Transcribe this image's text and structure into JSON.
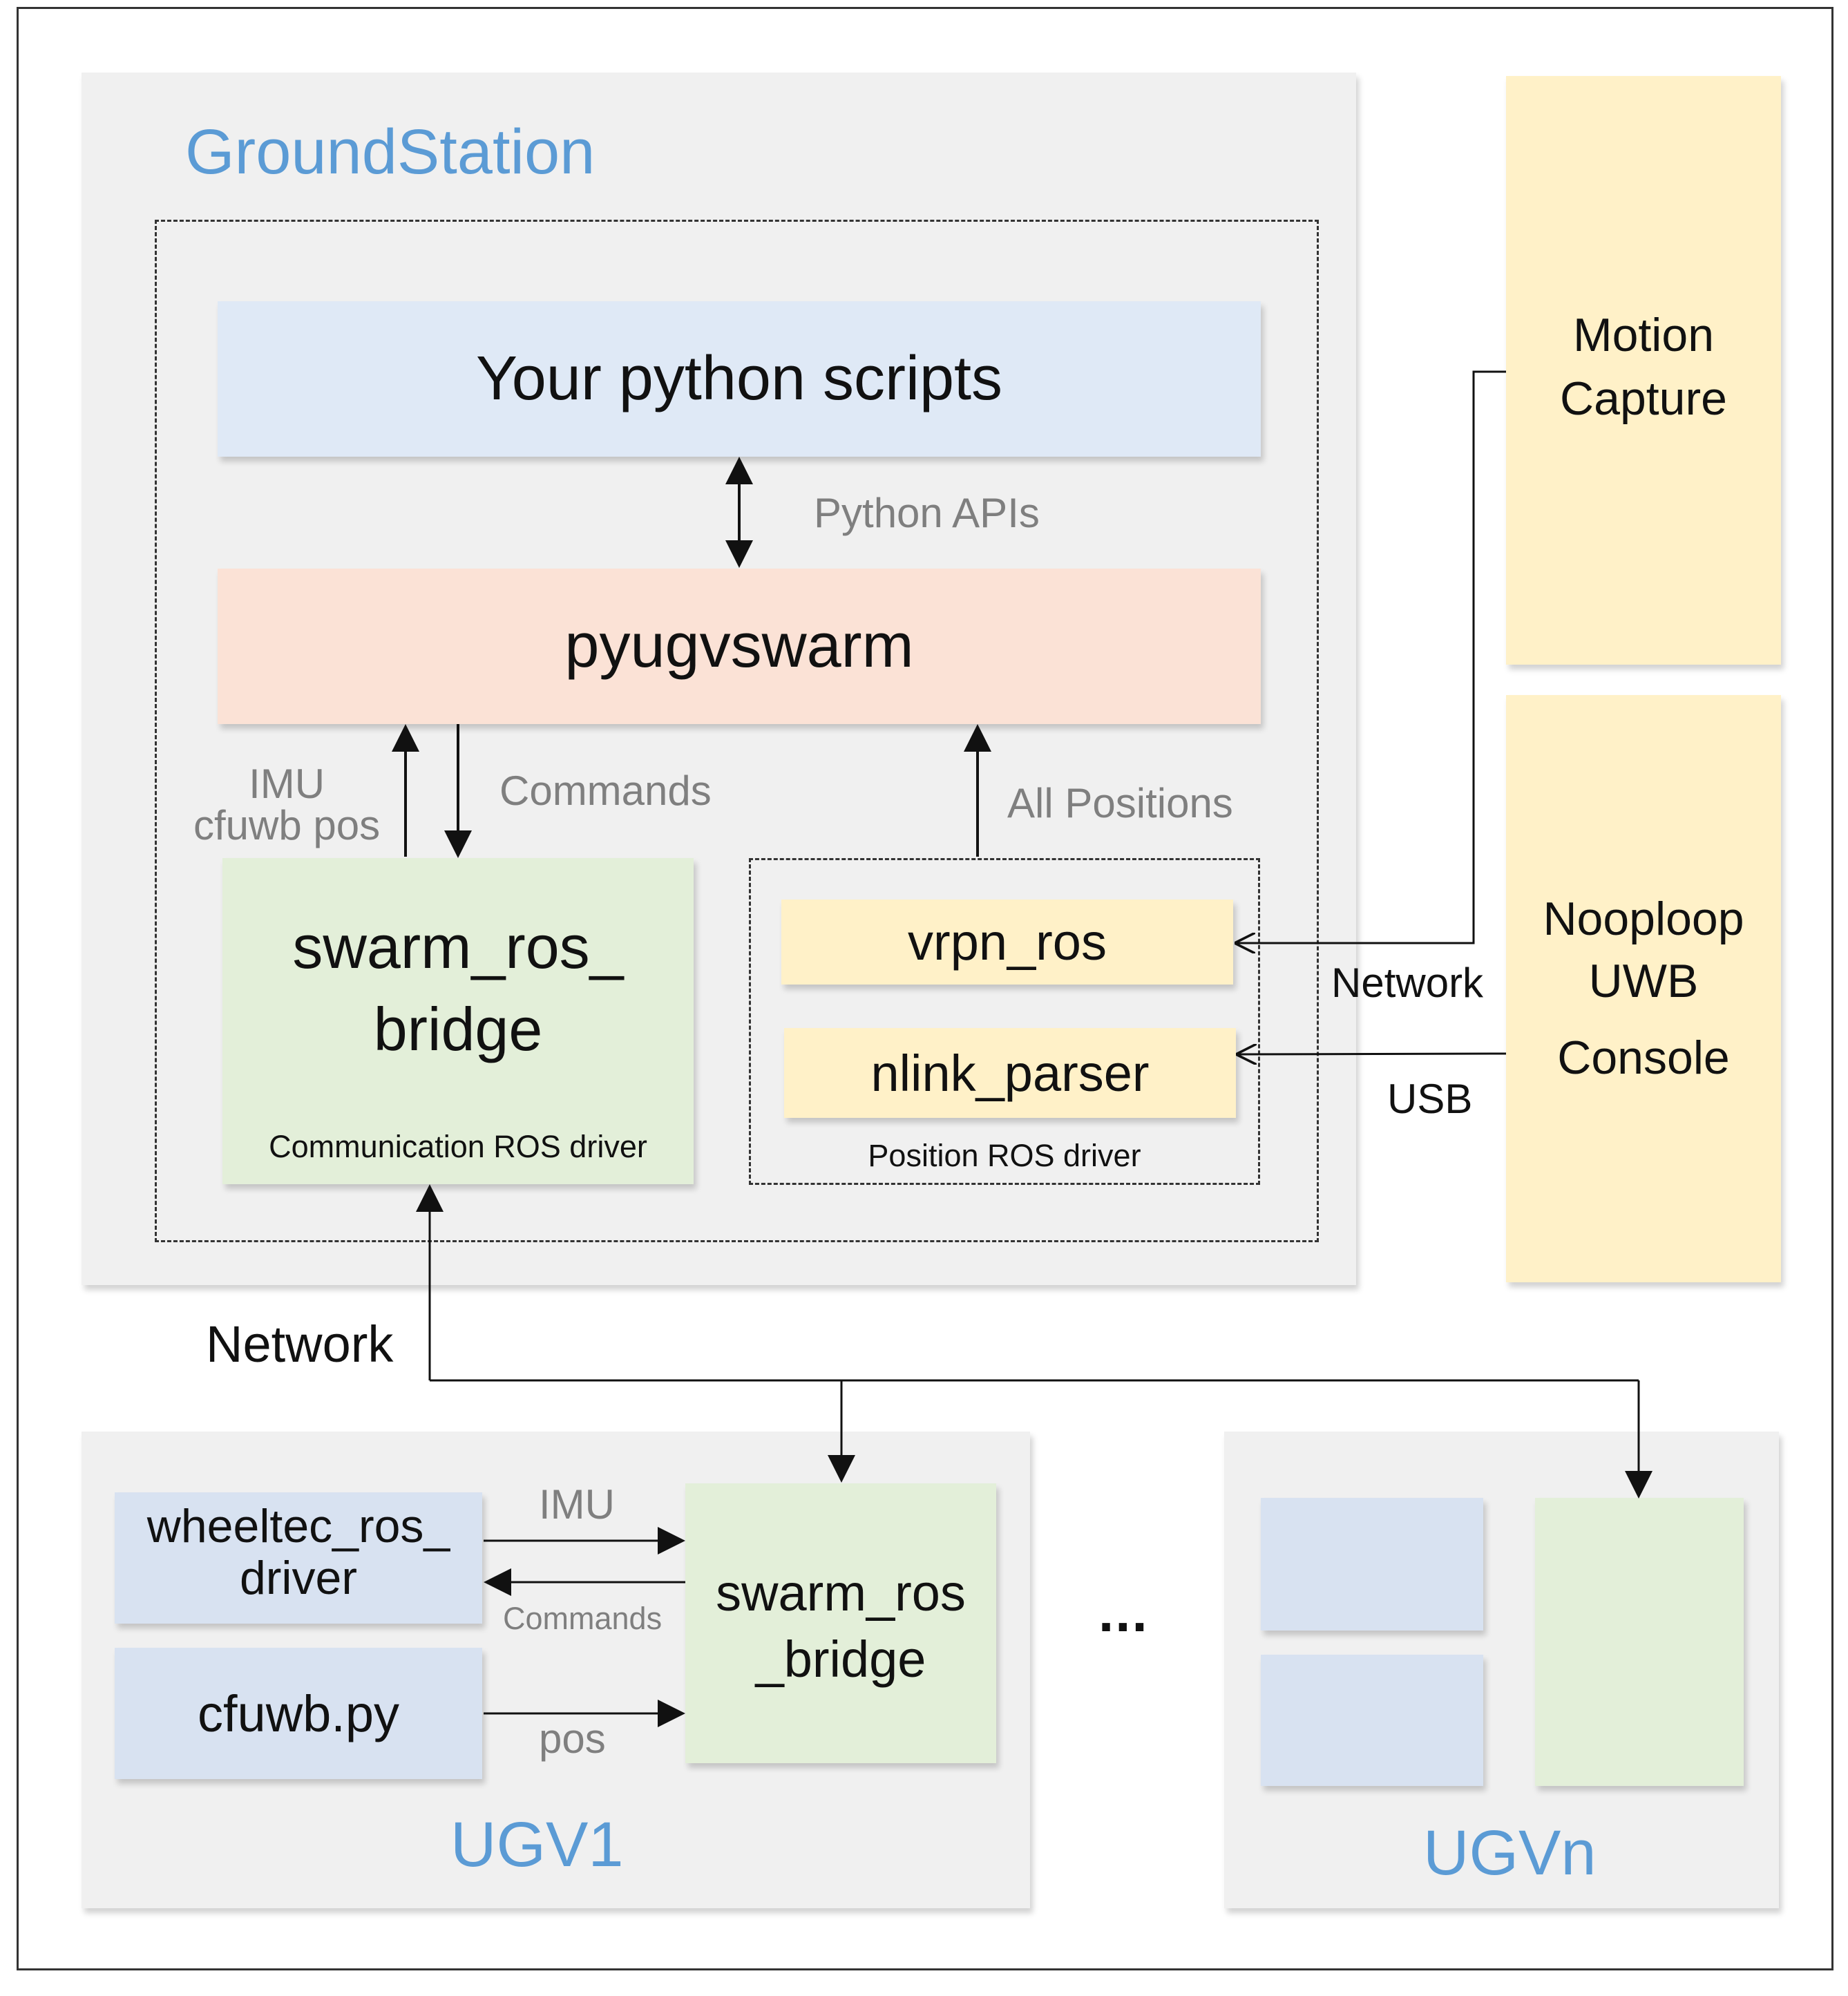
{
  "groundstation": {
    "title": "GroundStation",
    "scripts_box": "Your python scripts",
    "python_apis_label": "Python APIs",
    "pyugvswarm_box": "pyugvswarm",
    "imu_label_line1": "IMU",
    "imu_label_line2": "cfuwb pos",
    "commands_label": "Commands",
    "all_positions_label": "All Positions",
    "bridge_line1": "swarm_ros_",
    "bridge_line2": "bridge",
    "bridge_caption": "Communication ROS driver",
    "vrpn_box": "vrpn_ros",
    "nlink_box": "nlink_parser",
    "position_caption": "Position ROS driver"
  },
  "external": {
    "motion_line1": "Motion",
    "motion_line2": "Capture",
    "uwb_line1": "Nooploop",
    "uwb_line2": "UWB",
    "uwb_line3": "Console",
    "network_label": "Network",
    "usb_label": "USB"
  },
  "network_label": "Network",
  "ugv1": {
    "title": "UGV1",
    "wheeltec_line1": "wheeltec_ros_",
    "wheeltec_line2": "driver",
    "cfuwb_box": "cfuwb.py",
    "imu_label": "IMU",
    "commands_label": "Commands",
    "pos_label": "pos",
    "bridge_line1": "swarm_ros",
    "bridge_line2": "_bridge"
  },
  "ellipsis": "...",
  "ugvn": {
    "title": "UGVn"
  },
  "colors": {
    "title_blue": "#5b9bd5",
    "panel_gray": "#f0f0f0",
    "script_blue": "#dfe9f6",
    "pyugvswarm_orange": "#fbe2d6",
    "bridge_green": "#e3efd9",
    "driver_yellow": "#fff1c8",
    "driver_steel": "#d8e2f1"
  }
}
